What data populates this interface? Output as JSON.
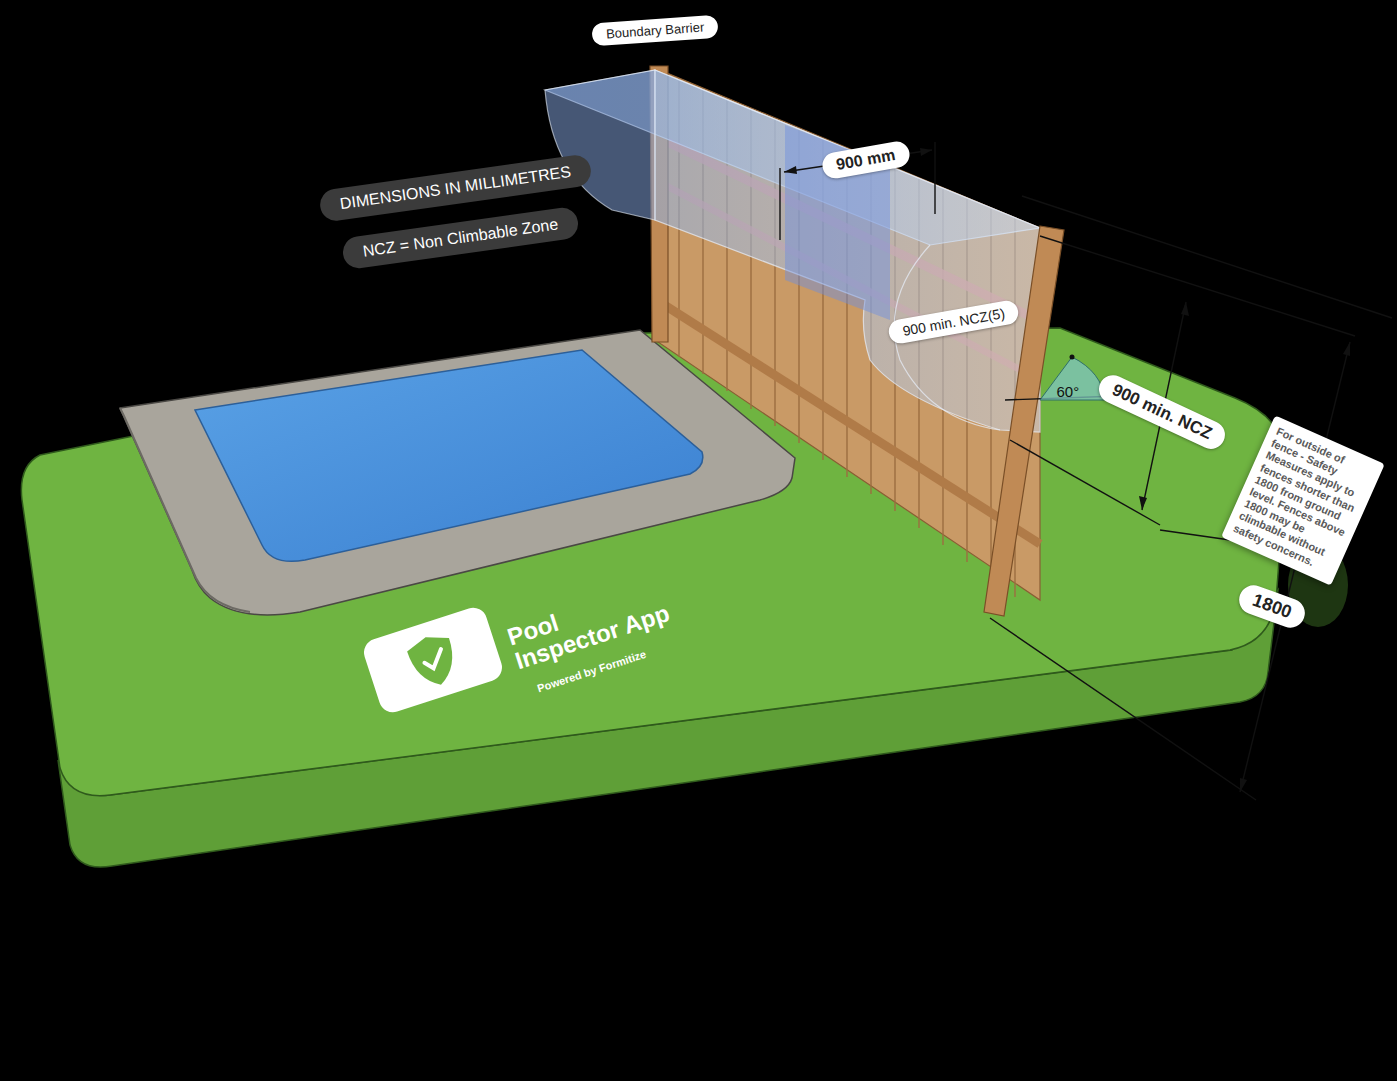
{
  "diagram": {
    "nodes": [
      {
        "text": [
          "Boundary Barrier"
        ]
      },
      {
        "text": [
          "DIMENSIONS IN MILLIMETRES"
        ]
      },
      {
        "text": [
          "NCZ = Non Climbable Zone"
        ]
      },
      {
        "text": [
          "900 mm"
        ]
      },
      {
        "text": [
          "900 min. NCZ(5)"
        ]
      },
      {
        "text": [
          "900 min. NCZ"
        ]
      },
      {
        "text": [
          "For outside of fence - Safety Measures apply to fences shorter than 1800 from ground level. Fences above 1800 may be climbable without safety concerns."
        ]
      },
      {
        "text": [
          "1800"
        ]
      }
    ],
    "labels": [
      "60°",
      "Pool Inspector App",
      "Powered by Formitize"
    ]
  }
}
